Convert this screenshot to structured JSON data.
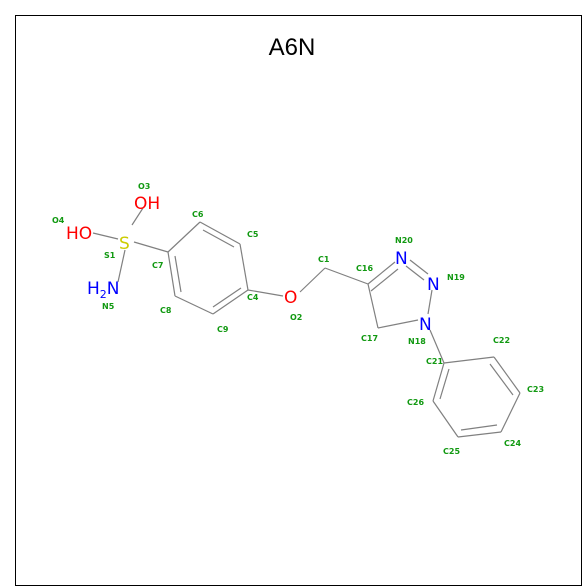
{
  "title": "A6N",
  "colors": {
    "bond": "#808080",
    "oxygen": "#ff0000",
    "nitrogen": "#0000ff",
    "sulfur": "#cccc00",
    "atom_index": "#119911",
    "frame": "#000000"
  },
  "atoms": {
    "o_left": "HO",
    "o_top": "OH",
    "sulfur": "S",
    "amine": "H",
    "amine_n": "N",
    "amine_sub": "2",
    "ether_o": "O",
    "n20": "N",
    "n19": "N",
    "n18": "N"
  },
  "atom_indices": {
    "O3": "O3",
    "O4": "O4",
    "S1": "S1",
    "N5": "N5",
    "C6": "C6",
    "C5": "C5",
    "C7": "C7",
    "C4": "C4",
    "C8": "C8",
    "C9": "C9",
    "O2": "O2",
    "C1": "C1",
    "C16": "C16",
    "N20": "N20",
    "N19": "N19",
    "C17": "C17",
    "N18": "N18",
    "C21": "C21",
    "C22": "C22",
    "C26": "C26",
    "C23": "C23",
    "C25": "C25",
    "C24": "C24"
  }
}
